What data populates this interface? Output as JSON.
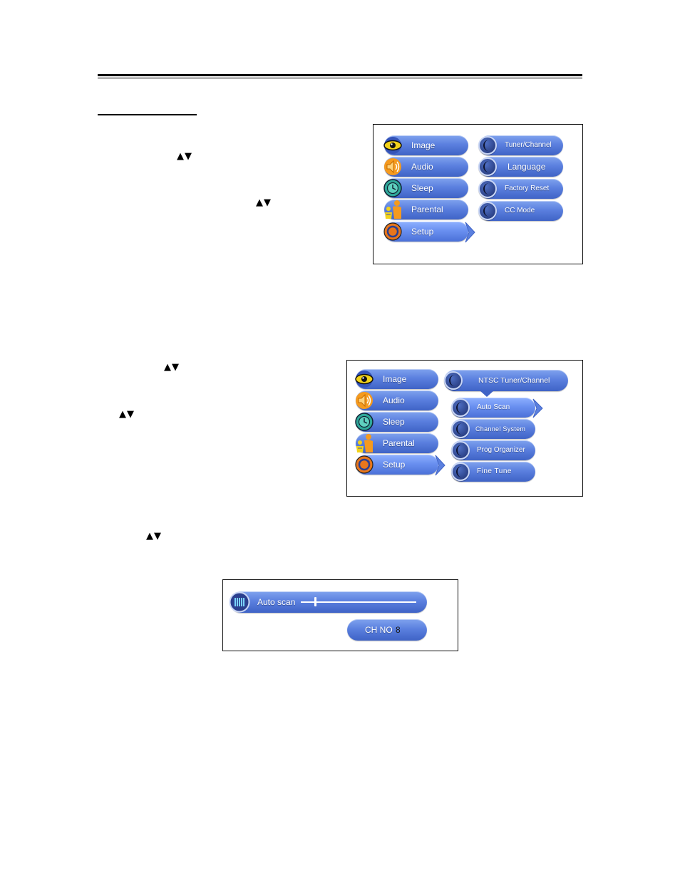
{
  "nav_symbol": "▲▼",
  "menu_setup": {
    "main_items": [
      {
        "label": "Image",
        "icon": "eye-icon"
      },
      {
        "label": "Audio",
        "icon": "speaker-icon"
      },
      {
        "label": "Sleep",
        "icon": "clock-icon"
      },
      {
        "label": "Parental",
        "icon": "parental-figure-icon"
      },
      {
        "label": "Setup",
        "icon": "setup-refresh-icon"
      }
    ],
    "sub_items": [
      "Tuner/Channel",
      "Language",
      "Factory Reset",
      "CC Mode"
    ]
  },
  "menu_tuner": {
    "main_items": [
      {
        "label": "Image",
        "icon": "eye-icon"
      },
      {
        "label": "Audio",
        "icon": "speaker-icon"
      },
      {
        "label": "Sleep",
        "icon": "clock-icon"
      },
      {
        "label": "Parental",
        "icon": "parental-figure-icon"
      },
      {
        "label": "Setup",
        "icon": "setup-refresh-icon"
      }
    ],
    "header": "NTSC Tuner/Channel",
    "sub_items": [
      "Auto Scan",
      "Channel System",
      "Prog Organizer",
      "Fine Tune"
    ]
  },
  "autoscan": {
    "label": "Auto scan",
    "progress": 0.12,
    "channel_label": "CH NO",
    "channel_value": "8"
  },
  "colors": {
    "pill_blue": "#5b80df",
    "eye_yellow": "#f2d21b",
    "speaker_orange": "#f59a1e",
    "clock_green": "#2fa89a",
    "setup_orange": "#e8761c"
  }
}
